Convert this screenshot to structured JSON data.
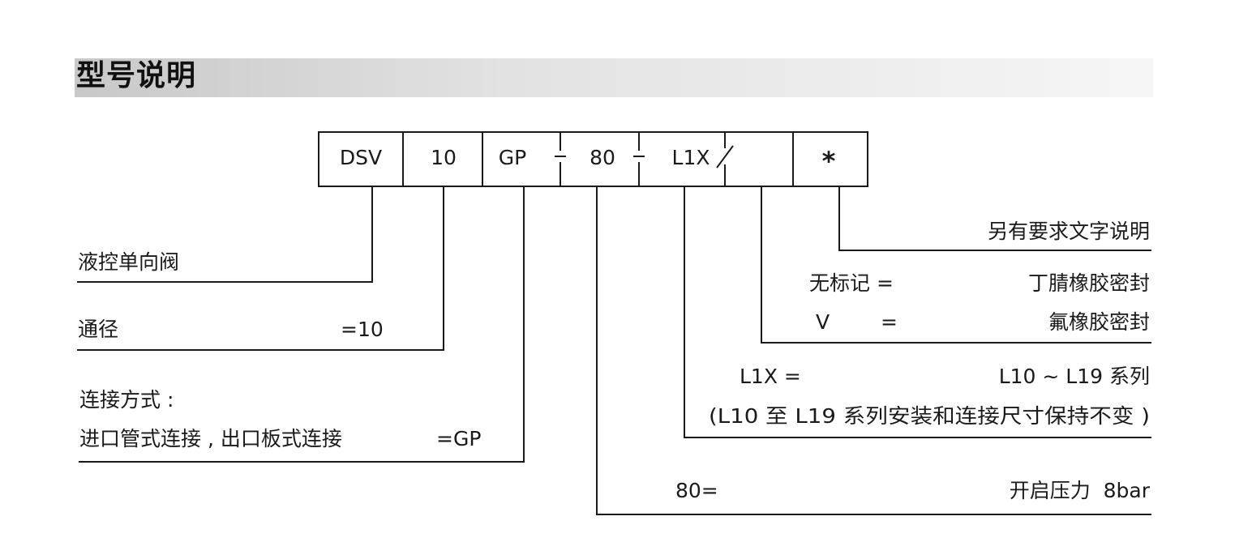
{
  "title": "型号说明",
  "code_boxes": [
    "DSV",
    "10",
    "GP",
    "80",
    "L1X",
    "",
    "*"
  ],
  "separators": [
    "-",
    "-",
    "/"
  ],
  "descriptions": {
    "valve_type": {
      "label": "液控单向阀"
    },
    "nominal_size": {
      "label": "通径",
      "value": "=10"
    },
    "connection": {
      "label_line1": "连接方式 :",
      "label_line2": "进口管式连接 , 出口板式连接",
      "value": "=GP"
    },
    "cracking_pressure": {
      "code": "80=",
      "desc": "开启压力  8bar"
    },
    "series": {
      "code": "L1X  =",
      "desc": "L10 ~ L19 系列",
      "note": "(L10 至 L19 系列安装和连接尺寸保持不变 )"
    },
    "seal": {
      "row1": {
        "code": "无标记 =",
        "desc": "丁腈橡胶密封"
      },
      "row2": {
        "code": "V",
        "eq": "=",
        "desc": "氟橡胶密封"
      }
    },
    "extra": {
      "desc": "另有要求文字说明"
    }
  }
}
